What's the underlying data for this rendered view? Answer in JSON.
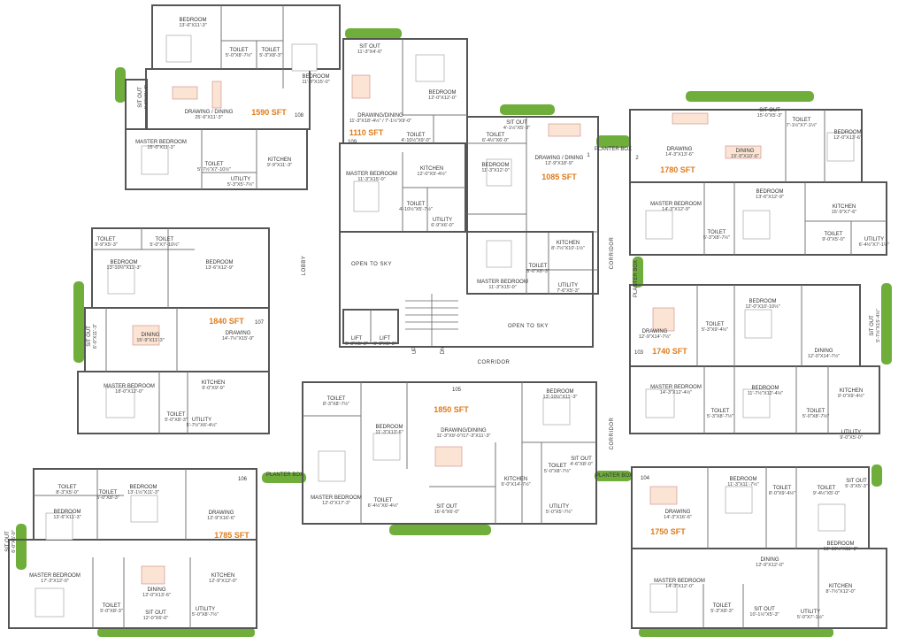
{
  "units": [
    {
      "id": "u108",
      "no": "108",
      "area": "1590 SFT",
      "rooms": [
        {
          "name": "BEDROOM",
          "dim": "13'-6\"X11'-3\""
        },
        {
          "name": "TOILET",
          "dim": "5'-0\"X8'-7½\""
        },
        {
          "name": "TOILET",
          "dim": "5'-3\"X8'-3\""
        },
        {
          "name": "BEDROOM",
          "dim": "11'-3\"X15'-0\""
        },
        {
          "name": "SIT OUT",
          "dim": "4'-6\"X11'-3\""
        },
        {
          "name": "DRAWING / DINING",
          "dim": "25'-6\"X11'-3\""
        },
        {
          "name": "MASTER BEDROOM",
          "dim": "15'-0\"X11'-3\""
        },
        {
          "name": "TOILET",
          "dim": "5'-7½\"X7'-10½\""
        },
        {
          "name": "KITCHEN",
          "dim": "9'-9\"X11'-3\""
        },
        {
          "name": "UTILITY",
          "dim": "5'-3\"X5'-7½\""
        }
      ]
    },
    {
      "id": "u109",
      "no": "109",
      "area": "1110 SFT",
      "rooms": [
        {
          "name": "SIT OUT",
          "dim": "11'-3\"X4'-6\""
        },
        {
          "name": "BEDROOM",
          "dim": "12'-0\"X12'-0\""
        },
        {
          "name": "DRAWING/DINING",
          "dim": "11'-3\"X18'-4½\" / 7'-1½\"X9'-0\""
        },
        {
          "name": "TOILET",
          "dim": "4'-10½\"X9'-0\""
        },
        {
          "name": "MASTER BEDROOM",
          "dim": "11'-3\"X15'-0\""
        },
        {
          "name": "KITCHEN",
          "dim": "12'-0\"X9'-4½\""
        },
        {
          "name": "TOILET",
          "dim": "4'-10½\"X5'-7½\""
        },
        {
          "name": "UTILITY",
          "dim": "6'-9\"X6'-0\""
        }
      ]
    },
    {
      "id": "u1",
      "no": "1",
      "area": "1085 SFT",
      "rooms": [
        {
          "name": "SIT OUT",
          "dim": "4'-1½\"X5'-3\""
        },
        {
          "name": "TOILET",
          "dim": "6'-4½\"X6'-0\""
        },
        {
          "name": "BEDROOM",
          "dim": "11'-3\"X12'-0\""
        },
        {
          "name": "DRAWING / DINING",
          "dim": "12'-9\"X18'-9\""
        },
        {
          "name": "KITCHEN",
          "dim": "8'-7½\"X10'-1½\""
        },
        {
          "name": "TOILET",
          "dim": "5'-0\"X8'-3\""
        },
        {
          "name": "MASTER BEDROOM",
          "dim": "11'-3\"X15'-0\""
        },
        {
          "name": "UTILITY",
          "dim": "7'-6\"X5'-3\""
        }
      ]
    },
    {
      "id": "u2",
      "no": "2",
      "area": "1780 SFT",
      "rooms": [
        {
          "name": "SIT OUT",
          "dim": "15'-0\"X5'-3\""
        },
        {
          "name": "TOILET",
          "dim": "7'-1½\"X7'-1½\""
        },
        {
          "name": "BEDROOM",
          "dim": "12'-0\"X13'-6\""
        },
        {
          "name": "DRAWING",
          "dim": "14'-3\"X13'-6\""
        },
        {
          "name": "DINING",
          "dim": "15'-9\"X10'-6\""
        },
        {
          "name": "MASTER BEDROOM",
          "dim": "14'-3\"X12'-9\""
        },
        {
          "name": "BEDROOM",
          "dim": "13'-6\"X12'-9\""
        },
        {
          "name": "KITCHEN",
          "dim": "15'-9\"X7'-6\""
        },
        {
          "name": "TOILET",
          "dim": "5'-3\"X8'-7½\""
        },
        {
          "name": "TOILET",
          "dim": "9'-0\"X5'-0\""
        },
        {
          "name": "UTILITY",
          "dim": "6'-4½\"X7'-1½\""
        }
      ]
    },
    {
      "id": "u107",
      "no": "107",
      "area": "1840 SFT",
      "rooms": [
        {
          "name": "TOILET",
          "dim": "9'-9\"X5'-3\""
        },
        {
          "name": "TOILET",
          "dim": "5'-0\"X7'-10½\""
        },
        {
          "name": "BEDROOM",
          "dim": "13'-10½\"X11'-3\""
        },
        {
          "name": "BEDROOM",
          "dim": "13'-6\"X12'-9\""
        },
        {
          "name": "SIT OUT",
          "dim": "6'-0\"X11'-3\""
        },
        {
          "name": "DINING",
          "dim": "15'-9\"X11'-3\""
        },
        {
          "name": "DRAWING",
          "dim": "14'-7½\"X15'-9\""
        },
        {
          "name": "MASTER BEDROOM",
          "dim": "18'-0\"X12'-0\""
        },
        {
          "name": "KITCHEN",
          "dim": "9'-0\"X9'-9\""
        },
        {
          "name": "TOILET",
          "dim": "5'-0\"X8'-3\""
        },
        {
          "name": "UTILITY",
          "dim": "5'-7½\"X6'-4½\""
        }
      ]
    },
    {
      "id": "u103",
      "no": "103",
      "area": "1740 SFT",
      "rooms": [
        {
          "name": "BEDROOM",
          "dim": "12'-0\"X10'-10½\""
        },
        {
          "name": "TOILET",
          "dim": "5'-3\"X9'-4½\""
        },
        {
          "name": "DRAWING",
          "dim": "12'-9\"X14'-7½\""
        },
        {
          "name": "SIT OUT",
          "dim": "5'-7½\"X15'-4½\""
        },
        {
          "name": "DINING",
          "dim": "12'-0\"X14'-7½\""
        },
        {
          "name": "MASTER BEDROOM",
          "dim": "14'-3\"X12'-4½\""
        },
        {
          "name": "BEDROOM",
          "dim": "11'-7½\"X12'-4½\""
        },
        {
          "name": "KITCHEN",
          "dim": "9'-0\"X9'-4½\""
        },
        {
          "name": "TOILET",
          "dim": "5'-3\"X8'-7½\""
        },
        {
          "name": "TOILET",
          "dim": "5'-0\"X8'-7½\""
        },
        {
          "name": "UTILITY",
          "dim": "9'-0\"X5'-0\""
        }
      ]
    },
    {
      "id": "u105",
      "no": "105",
      "area": "1850 SFT",
      "rooms": [
        {
          "name": "TOILET",
          "dim": "8'-3\"X8'-7½\""
        },
        {
          "name": "BEDROOM",
          "dim": "11'-3\"X13'-6\""
        },
        {
          "name": "DRAWING/DINING",
          "dim": "11'-3\"X9'-0\"/17'-3\"X11'-3\""
        },
        {
          "name": "BEDROOM",
          "dim": "13'-10½\"X11'-3\""
        },
        {
          "name": "SIT OUT",
          "dim": "4'-6\"X8'-0\""
        },
        {
          "name": "TOILET",
          "dim": "5'-0\"X8'-7½\""
        },
        {
          "name": "MASTER BEDROOM",
          "dim": "12'-0\"X17'-3\""
        },
        {
          "name": "TOILET",
          "dim": "6'-4½\"X6'-4½\""
        },
        {
          "name": "SIT OUT",
          "dim": "16'-6\"X6'-0\""
        },
        {
          "name": "KITCHEN",
          "dim": "9'-0\"X14'-7½\""
        },
        {
          "name": "UTILITY",
          "dim": "5'-0\"X5'-7½\""
        }
      ]
    },
    {
      "id": "u106",
      "no": "106",
      "area": "1785 SFT",
      "rooms": [
        {
          "name": "TOILET",
          "dim": "8'-3\"X5'-0\""
        },
        {
          "name": "TOILET",
          "dim": "5'-0\"X8'-3\""
        },
        {
          "name": "BEDROOM",
          "dim": "13'-1½\"X11'-3\""
        },
        {
          "name": "BEDROOM",
          "dim": "13'-6\"X11'-3\""
        },
        {
          "name": "DRAWING",
          "dim": "12'-9\"X16'-6\""
        },
        {
          "name": "SIT OUT",
          "dim": "6'-0\"X6'-0\""
        },
        {
          "name": "MASTER BEDROOM",
          "dim": "17'-3\"X12'-0\""
        },
        {
          "name": "TOILET",
          "dim": "5'-0\"X8'-3\""
        },
        {
          "name": "DINING",
          "dim": "12'-0\"X13'-6\""
        },
        {
          "name": "KITCHEN",
          "dim": "12'-9\"X12'-0\""
        },
        {
          "name": "UTILITY",
          "dim": "5'-0\"X8'-7½\""
        },
        {
          "name": "SIT OUT",
          "dim": "12'-0\"X6'-0\""
        }
      ]
    },
    {
      "id": "u104",
      "no": "104",
      "area": "1750 SFT",
      "rooms": [
        {
          "name": "BEDROOM",
          "dim": "11'-3\"X11'-7½\""
        },
        {
          "name": "TOILET",
          "dim": "8'-0\"X9'-4½\""
        },
        {
          "name": "TOILET",
          "dim": "9'-4½\"X5'-0\""
        },
        {
          "name": "SIT OUT",
          "dim": "5'-3\"X5'-3\""
        },
        {
          "name": "DRAWING",
          "dim": "14'-3\"X16'-6\""
        },
        {
          "name": "BEDROOM",
          "dim": "13'-10½\"X11'-3\""
        },
        {
          "name": "DINING",
          "dim": "12'-9\"X12'-0\""
        },
        {
          "name": "MASTER BEDROOM",
          "dim": "14'-3\"X12'-0\""
        },
        {
          "name": "KITCHEN",
          "dim": "8'-7½\"X12'-0\""
        },
        {
          "name": "TOILET",
          "dim": "5'-3\"X8'-3\""
        },
        {
          "name": "SIT OUT",
          "dim": "10'-1½\"X5'-3\""
        },
        {
          "name": "UTILITY",
          "dim": "5'-0\"X7'-1½\""
        }
      ]
    }
  ],
  "common": {
    "lobby": "LOBBY",
    "corridor": "CORRIDOR",
    "open_to_sky": "OPEN TO SKY",
    "lift": "LIFT",
    "lift_dim": "5'-3\"X5'-3\"",
    "up": "UP",
    "dn": "DN",
    "planter_box": "PLANTER BOX"
  },
  "colors": {
    "wall": "#555555",
    "area_label": "#e07b1a",
    "plant": "#6fae3a",
    "furniture": "#fbe4d4"
  }
}
